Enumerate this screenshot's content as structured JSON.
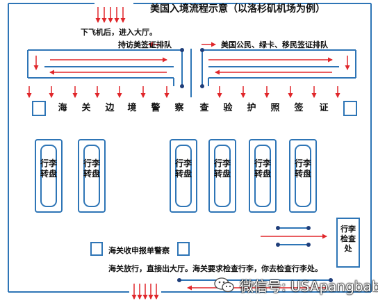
{
  "title": "美国入境流程示意（以洛杉矶机场为例）",
  "arrival_note": "下飞机后，进入大厅。",
  "queues": {
    "left_label": "持访美签证排队",
    "right_label": "美国公民、绿卡、移民签证排队"
  },
  "immigration_counter_chars": [
    "海",
    "关",
    "边",
    "境",
    "警",
    "察",
    "查",
    "验",
    "护",
    "照",
    "签",
    "证"
  ],
  "carousel_text": "行李转盘",
  "carousels": [
    {
      "lines": [
        "行李",
        "转盘"
      ]
    },
    {
      "lines": [
        "行李",
        "转盘"
      ]
    },
    {
      "lines": [
        "行李",
        "转盘"
      ]
    },
    {
      "lines": [
        "行李",
        "转盘"
      ]
    },
    {
      "lines": [
        "行李",
        "转盘"
      ]
    },
    {
      "lines": [
        "行李",
        "转盘"
      ]
    }
  ],
  "customs_inspection_label": [
    "行李",
    "检查",
    "处"
  ],
  "customs_form_label": "海关收申报单警察",
  "exit_note": "海关放行，直接出大厅。海关要求检查行李，你去检查行李处。",
  "watermark": {
    "text": "微信号: USApangbaba",
    "icon": "wechat-icon"
  },
  "colors": {
    "line": "#2e75b6",
    "arrow": "#e0262a",
    "dot": "#1f3e7a"
  }
}
